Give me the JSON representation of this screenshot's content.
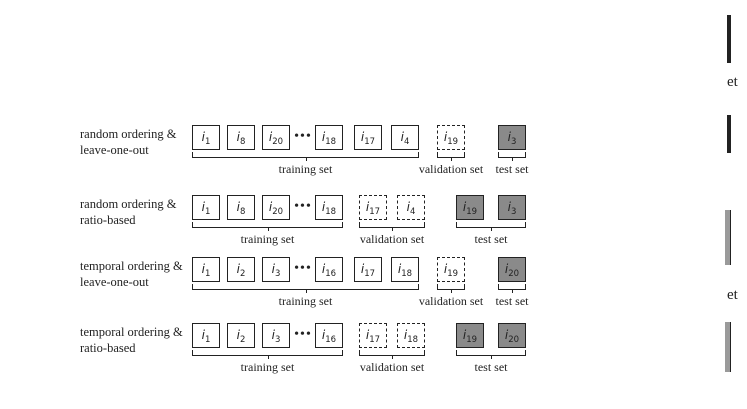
{
  "ellipsis": "•••",
  "rows": [
    {
      "label": [
        "random ordering &",
        "leave-one-out"
      ],
      "items": [
        {
          "sub": "1",
          "style": "solid"
        },
        {
          "sub": "8",
          "style": "solid"
        },
        {
          "sub": "20",
          "style": "solid"
        },
        {
          "ellipsis": true
        },
        {
          "sub": "18",
          "style": "solid"
        },
        {
          "sub": "17",
          "style": "solid"
        },
        {
          "sub": "4",
          "style": "solid"
        },
        {
          "sub": "19",
          "style": "dashed"
        },
        {
          "sub": "3",
          "style": "filled"
        }
      ],
      "sets": [
        {
          "name": "training set"
        },
        {
          "name": "validation set"
        },
        {
          "name": "test set"
        }
      ]
    },
    {
      "label": [
        "random ordering &",
        "ratio-based"
      ],
      "items": [
        {
          "sub": "1",
          "style": "solid"
        },
        {
          "sub": "8",
          "style": "solid"
        },
        {
          "sub": "20",
          "style": "solid"
        },
        {
          "ellipsis": true
        },
        {
          "sub": "18",
          "style": "solid"
        },
        {
          "sub": "17",
          "style": "dashed"
        },
        {
          "sub": "4",
          "style": "dashed"
        },
        {
          "sub": "19",
          "style": "filled"
        },
        {
          "sub": "3",
          "style": "filled"
        }
      ],
      "sets": [
        {
          "name": "training set"
        },
        {
          "name": "validation set"
        },
        {
          "name": "test set"
        }
      ]
    },
    {
      "label": [
        "temporal ordering &",
        "leave-one-out"
      ],
      "items": [
        {
          "sub": "1",
          "style": "solid"
        },
        {
          "sub": "2",
          "style": "solid"
        },
        {
          "sub": "3",
          "style": "solid"
        },
        {
          "ellipsis": true
        },
        {
          "sub": "16",
          "style": "solid"
        },
        {
          "sub": "17",
          "style": "solid"
        },
        {
          "sub": "18",
          "style": "solid"
        },
        {
          "sub": "19",
          "style": "dashed"
        },
        {
          "sub": "20",
          "style": "filled"
        }
      ],
      "sets": [
        {
          "name": "training set"
        },
        {
          "name": "validation set"
        },
        {
          "name": "test set"
        }
      ]
    },
    {
      "label": [
        "temporal ordering &",
        "ratio-based"
      ],
      "items": [
        {
          "sub": "1",
          "style": "solid"
        },
        {
          "sub": "2",
          "style": "solid"
        },
        {
          "sub": "3",
          "style": "solid"
        },
        {
          "ellipsis": true
        },
        {
          "sub": "16",
          "style": "solid"
        },
        {
          "sub": "17",
          "style": "dashed"
        },
        {
          "sub": "18",
          "style": "dashed"
        },
        {
          "sub": "19",
          "style": "filled"
        },
        {
          "sub": "20",
          "style": "filled"
        }
      ],
      "sets": [
        {
          "name": "training set"
        },
        {
          "name": "validation set"
        },
        {
          "name": "test set"
        }
      ]
    }
  ],
  "edge_fragments": [
    "et",
    "et"
  ],
  "colors": {
    "filled": "#8a8a8a",
    "stroke": "#222222"
  }
}
